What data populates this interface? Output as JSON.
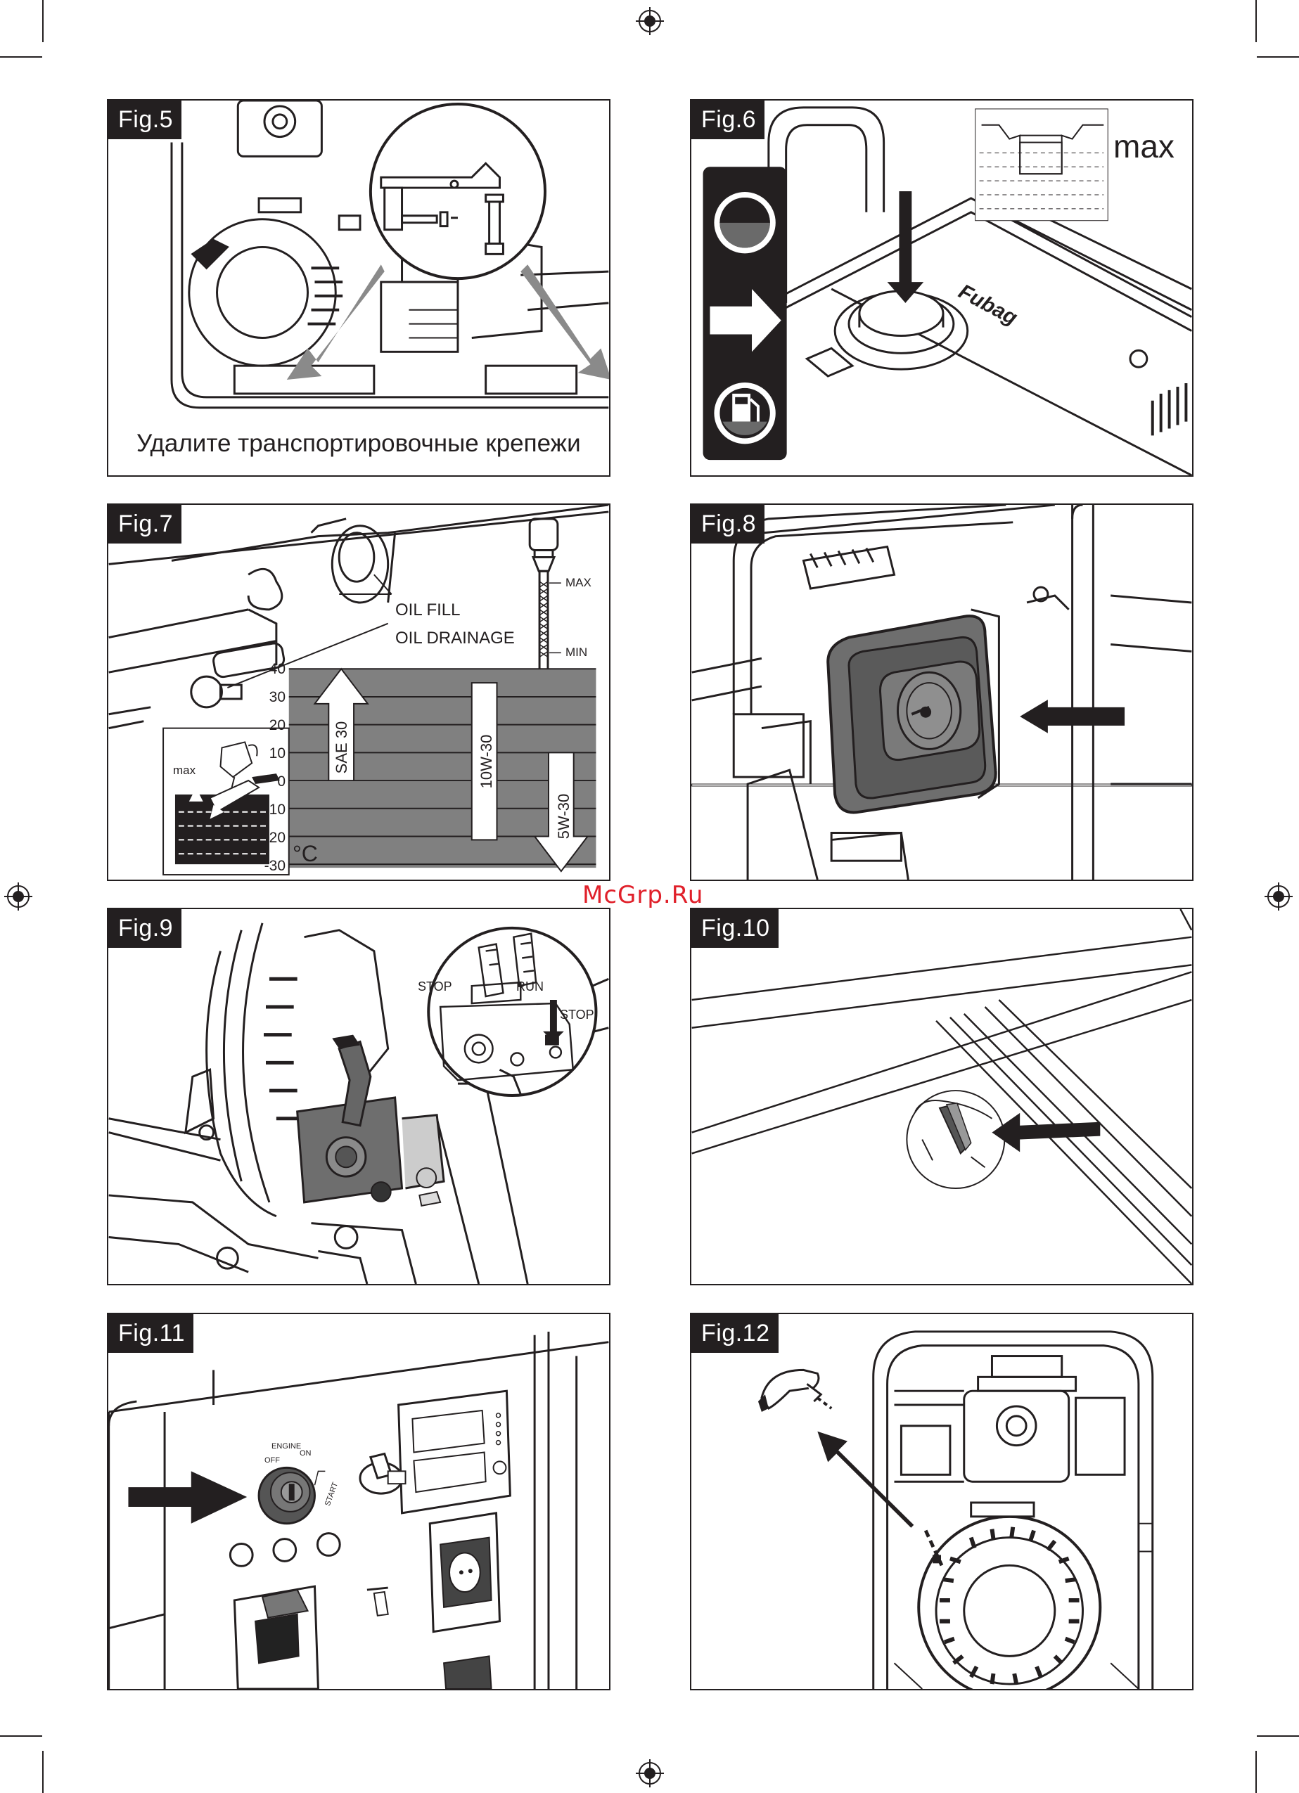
{
  "watermark": "McGrp.Ru",
  "figures": {
    "fig5": {
      "label": "Fig.5",
      "caption": "Удалите транспортировочные крепежи"
    },
    "fig6": {
      "label": "Fig.6",
      "max": "max",
      "brand": "Fubag"
    },
    "fig7": {
      "label": "Fig.7",
      "oil_fill": "OIL FILL",
      "oil_drainage": "OIL DRAINAGE",
      "dipstick_max": "MAX",
      "dipstick_min": "MIN",
      "jug_max": "max",
      "unit": "°C",
      "temps": [
        "40",
        "30",
        "20",
        "10",
        "0",
        "-10",
        "-20",
        "-30"
      ],
      "oils": [
        "SAE 30",
        "10W-30",
        "5W-30"
      ]
    },
    "fig8": {
      "label": "Fig.8"
    },
    "fig9": {
      "label": "Fig.9",
      "stop_left": "STOP",
      "run": "RUN",
      "stop_right": "STOP"
    },
    "fig10": {
      "label": "Fig.10"
    },
    "fig11": {
      "label": "Fig.11",
      "engine": "ENGINE",
      "off": "OFF",
      "on": "ON",
      "start": "START"
    },
    "fig12": {
      "label": "Fig.12"
    }
  }
}
